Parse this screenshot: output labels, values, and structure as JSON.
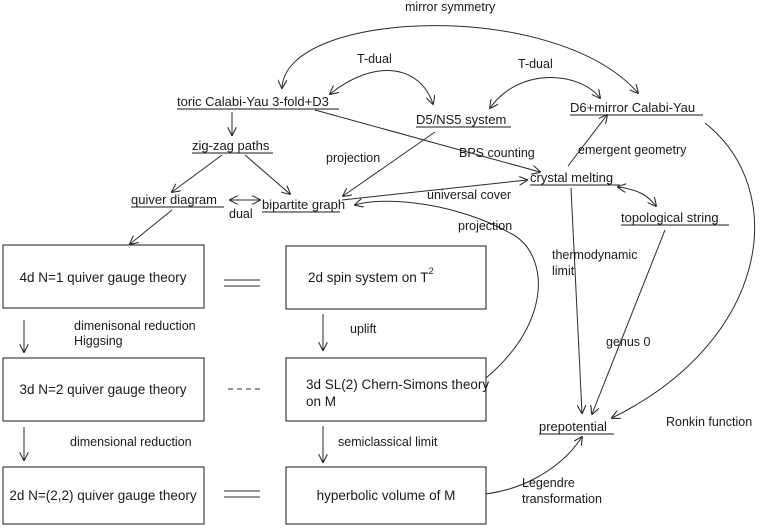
{
  "nodes": {
    "toric": "toric Calabi-Yau 3-fold+D3",
    "d5ns5": "D5/NS5 system",
    "d6": "D6+mirror Calabi-Yau",
    "zigzag": "zig-zag paths",
    "quiver": "quiver diagram",
    "bipartite": "bipartite graph",
    "crystal": "crystal melting",
    "topstring": "topological string",
    "prepotential": "prepotential"
  },
  "boxes": {
    "gauge4d": "4d N=1 quiver gauge theory",
    "spin2d": "2d spin system on T",
    "spin2d_sup": "2",
    "gauge3d": "3d N=2 quiver gauge theory",
    "cs3d_line1": "3d SL(2) Chern-Simons theory",
    "cs3d_line2": "on M",
    "gauge2d": "2d N=(2,2) quiver gauge theory",
    "hypvol": "hyperbolic volume of M"
  },
  "labels": {
    "mirror": "mirror symmetry",
    "tdual1": "T-dual",
    "tdual2": "T-dual",
    "projection1": "projection",
    "bps": "BPS counting",
    "emergent": "emergent geometry",
    "universal": "universal cover",
    "dual": "dual",
    "projection2": "projection",
    "thermo1": "thermodynamic",
    "thermo2": "limit",
    "dimred1": "dimenisonal reduction",
    "higgsing": "Higgsing",
    "uplift": "uplift",
    "genus0": "genus 0",
    "ronkin": "Ronkin function",
    "dimred2": "dimensional reduction",
    "semiclassical": "semiclassical limit",
    "legendre1": "Legendre",
    "legendre2": "transformation"
  }
}
